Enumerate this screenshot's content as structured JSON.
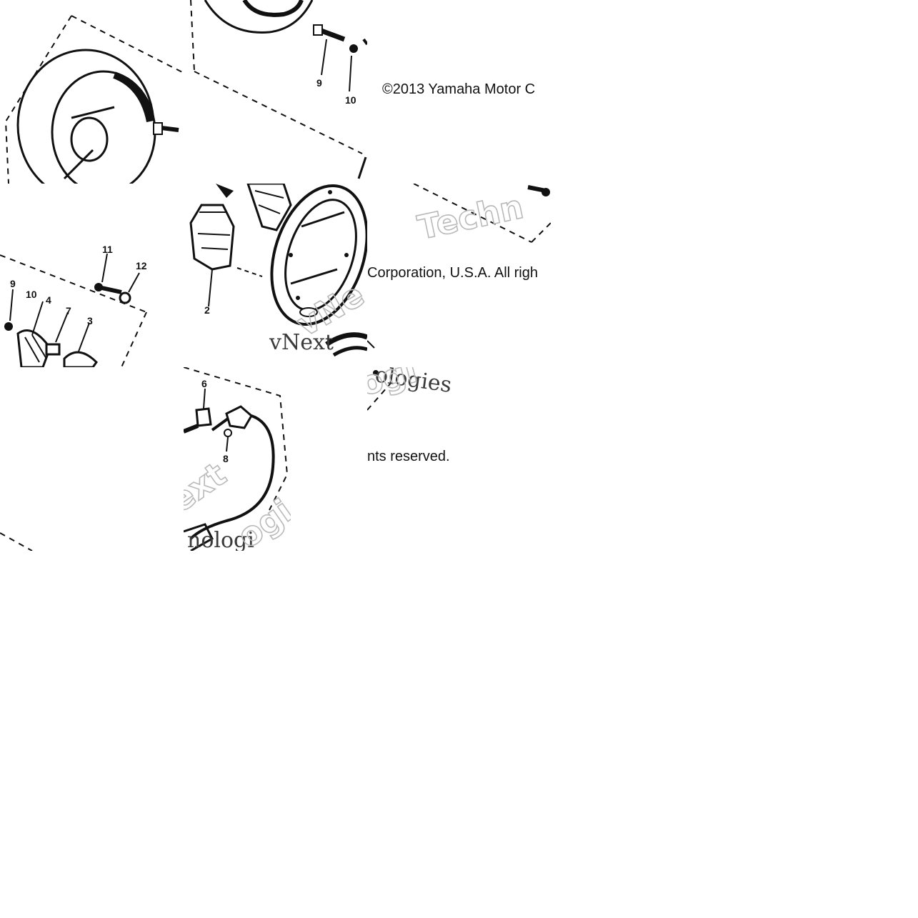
{
  "copyright": {
    "line1": "©2013 Yamaha Motor C",
    "line2": "Corporation, U.S.A. All righ",
    "line3": "nts reserved."
  },
  "watermark": {
    "tech": "Techn",
    "vnext": "vNext",
    "vne": "vNe",
    "ologies": "ologies",
    "ogie": "ogi",
    "ext": "ext",
    "nologi": "nologi",
    "ogi2": "ogi"
  },
  "callouts": {
    "c9a": "9",
    "c10a": "10",
    "c11": "11",
    "c12": "12",
    "c9b": "9",
    "c10b": "10",
    "c4": "4",
    "c7": "7",
    "c3": "3",
    "c2": "2",
    "c6": "6",
    "c8": "8"
  },
  "colors": {
    "ink": "#111111",
    "watermark": "#b9b9b9",
    "background": "#ffffff"
  }
}
